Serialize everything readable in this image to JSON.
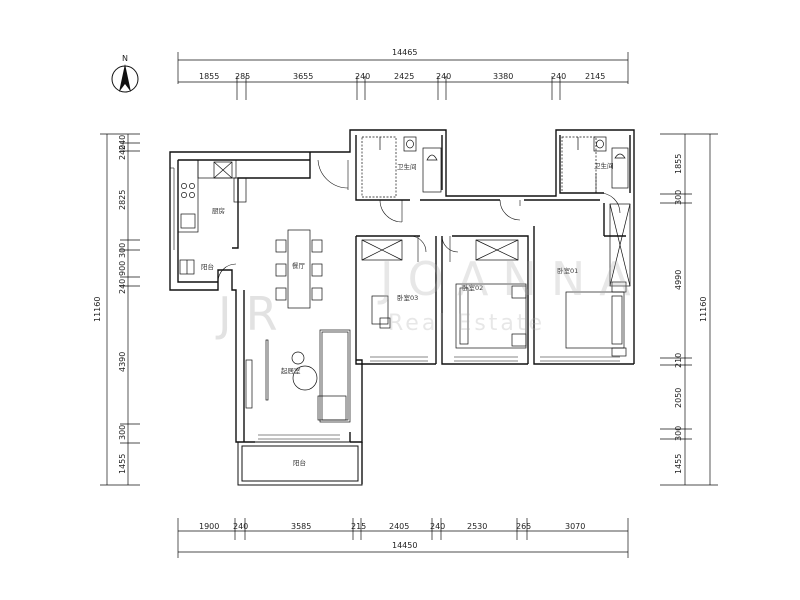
{
  "north_label": "N",
  "dimensions": {
    "top_total": "14465",
    "top_segments": [
      "1855",
      "285",
      "3655",
      "240",
      "2425",
      "240",
      "3380",
      "240",
      "2145"
    ],
    "bottom_total": "14450",
    "bottom_segments": [
      "1900",
      "240",
      "3585",
      "215",
      "2405",
      "240",
      "2530",
      "265",
      "3070"
    ],
    "left_total": "11160",
    "left_segments": [
      "240",
      "240",
      "2825",
      "300",
      "900",
      "240",
      "4390",
      "300",
      "1455"
    ],
    "right_total": "11160",
    "right_segments": [
      "1855",
      "300",
      "4990",
      "210",
      "2050",
      "300",
      "1455"
    ]
  },
  "rooms": {
    "kitchen": "厨房",
    "balcony_small": "阳台",
    "dining": "餐厅",
    "living": "起居室",
    "balcony_large": "阳台",
    "bathroom_1": "卫生间",
    "bathroom_2": "卫生间",
    "bedroom_3": "卧室03",
    "bedroom_2": "卧室02",
    "bedroom_1": "卧室01"
  },
  "watermark": {
    "main": "JOANNA",
    "sub": "Real Estate",
    "logo": "JR"
  }
}
